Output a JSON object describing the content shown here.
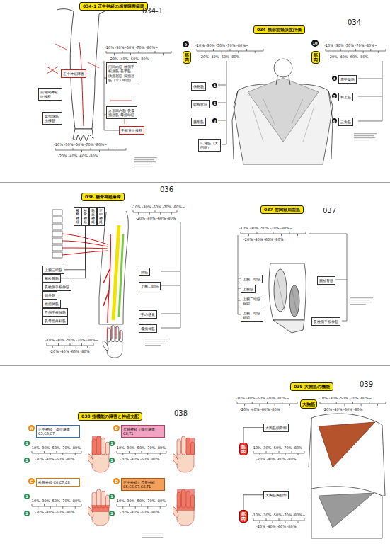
{
  "diagram": {
    "nodes": [
      {
        "text": [
          "034-1 正中神経の感覚障害範囲"
        ]
      },
      {
        "text": [
          "正中神経障害"
        ]
      },
      {
        "text": [
          "前骨間神経症候群"
        ]
      },
      {
        "text": [
          "円回内筋 橈側手根屈筋 長掌筋 浅指屈筋 深指屈筋（示・中指）"
        ]
      },
      {
        "text": [
          "方形回内筋 長母指屈筋 母指球筋"
        ]
      },
      {
        "text": [
          "手根管症候群"
        ]
      },
      {
        "text": [
          "母指球筋 虫様筋"
        ]
      },
      {
        "text": [
          "034 頸部筋緊張度評価"
        ]
      },
      {
        "text": [
          "筋肉"
        ]
      },
      {
        "text": [
          "筋肉"
        ]
      },
      {
        "text": [
          "僧帽筋"
        ]
      },
      {
        "text": [
          "頭板状筋"
        ]
      },
      {
        "text": [
          "菱形筋"
        ]
      },
      {
        "text": [
          "肩甲挙筋"
        ]
      },
      {
        "text": [
          "棘上筋"
        ]
      },
      {
        "text": [
          "三角筋"
        ]
      },
      {
        "text": [
          "広背筋（大円筋）"
        ]
      },
      {
        "text": [
          "036 橈骨神経麻痺"
        ]
      },
      {
        "text": [
          "腋窩神経"
        ]
      },
      {
        "text": [
          "橈骨神経"
        ]
      },
      {
        "text": [
          "筋皮神経"
        ]
      },
      {
        "text": [
          "正中神経"
        ]
      },
      {
        "text": [
          "上腕三頭筋"
        ]
      },
      {
        "text": [
          "腕橈骨筋"
        ]
      },
      {
        "text": [
          "長橈側手根伸筋"
        ]
      },
      {
        "text": [
          "回外筋"
        ]
      },
      {
        "text": [
          "総指伸筋"
        ]
      },
      {
        "text": [
          "尺側手根伸筋"
        ]
      },
      {
        "text": [
          "長母指外転筋"
        ]
      },
      {
        "text": [
          "肘筋"
        ]
      },
      {
        "text": [
          "上腕二頭筋"
        ]
      },
      {
        "text": [
          "手の感覚"
        ]
      },
      {
        "text": [
          "母指伸筋"
        ]
      },
      {
        "text": [
          "037 肘関節屈曲筋"
        ]
      },
      {
        "text": [
          "上腕二頭筋"
        ]
      },
      {
        "text": [
          "上腕筋"
        ]
      },
      {
        "text": [
          "上腕二頭筋 長頭"
        ]
      },
      {
        "text": [
          "上腕二頭筋 短頭"
        ]
      },
      {
        "text": [
          "腕橈骨筋"
        ]
      },
      {
        "text": [
          "長橈側手根伸筋"
        ]
      },
      {
        "text": [
          "038 指機能の障害と神経支配"
        ]
      },
      {
        "text": [
          "正中神経（高位麻痺） C5,C6,C7"
        ]
      },
      {
        "text": [
          "尺骨神経（低位麻痺） C8,T1"
        ]
      },
      {
        "text": [
          "橈骨神経 C6,C7,C8"
        ]
      },
      {
        "text": [
          "正中神経と尺骨神経 C5,C6,C7,C8,T1"
        ]
      },
      {
        "text": [
          "039 大胸筋の機能"
        ]
      },
      {
        "text": [
          "大胸筋"
        ]
      },
      {
        "text": [
          "筋肉"
        ]
      },
      {
        "text": [
          "大胸筋鎖骨部"
        ]
      },
      {
        "text": [
          "筋肉"
        ]
      },
      {
        "text": [
          "大胸筋胸肋部"
        ]
      }
    ],
    "edges": [
      {
        "from": 19,
        "to": 22,
        "arrow": "none"
      },
      {
        "from": 19,
        "to": 23,
        "arrow": "none"
      },
      {
        "from": 47,
        "to": 48,
        "arrow": "none"
      },
      {
        "from": 49,
        "to": 50,
        "arrow": "none"
      }
    ],
    "labels": [
      "034-1",
      "034",
      "036",
      "037",
      "038",
      "039",
      "-10% -30% -50% -70% -80%~",
      "-20% -40% -60% -80%",
      "-10% -30% -50% -70% -80%~",
      "-20% -40% -60% -80%",
      "-10% -30% -50% -70% -80%~",
      "-20% -40% -60% -80%",
      "-10% -30% -50% -70% -80%~",
      "-20% -40% -60% -80%",
      "-10% -30% -50% -70% -80%~",
      "-20% -40% -60% -80%",
      "-10% -30% -50% -70% -80%~",
      "-20% -40% -60% -80%",
      "-10% -30% -50% -70% -80%~",
      "-20% -40% -60% -80%",
      "-10% -30% -50% -70% -80%~",
      "-20% -40% -60% -80%",
      "-10% -30% -50% -70% -80%~",
      "-20% -40% -60% -80%",
      "-10% -30% -50% -70% -80%~",
      "-20% -40% -60% -80%",
      "-10% -30% -50% -70% -80%~",
      "-20% -40% -60% -80%",
      "-10% -30% -50% -70% -80%~",
      "-20% -40% -60% -80%",
      "-10% -30% -50% -70% -80%~",
      "-20% -40% -60% -80%",
      "-10% -30% -50% -70% -80%~",
      "-20% -40% -60% -80%",
      "-10% -30% -50% -70% -80%~",
      "-20% -40% -60% -80%",
      "9",
      "10",
      "1",
      "2",
      "3",
      "4",
      "5",
      "6",
      "A",
      "B",
      "C",
      "D",
      "1",
      "2",
      "1",
      "2",
      "1",
      "2",
      "1",
      "2"
    ]
  }
}
